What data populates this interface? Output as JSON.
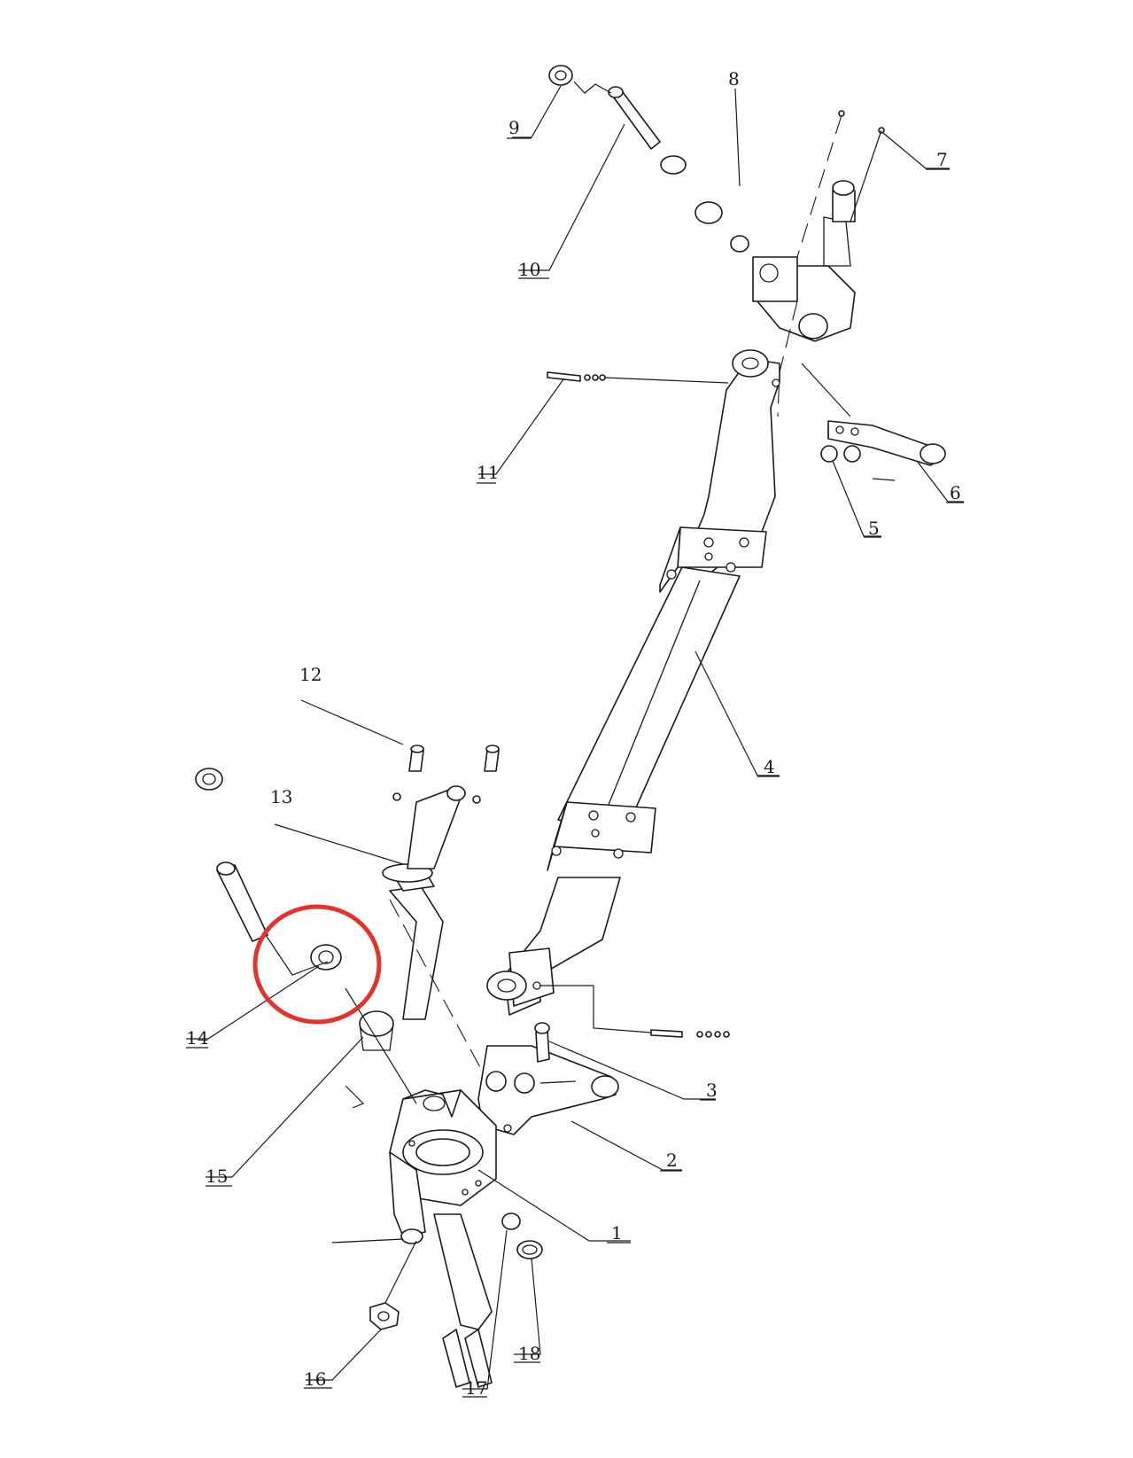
{
  "labels": {
    "p1": "1",
    "p2": "2",
    "p3": "3",
    "p4": "4",
    "p5": "5",
    "p6": "6",
    "p7": "7",
    "p8": "8",
    "p9": "9",
    "p10": "10",
    "p11": "11",
    "p12": "12",
    "p13": "13",
    "p14": "14",
    "p15": "15",
    "p16": "16",
    "p17": "17",
    "p18": "18"
  },
  "highlight": {
    "part": "14",
    "color": "#e0352f"
  }
}
